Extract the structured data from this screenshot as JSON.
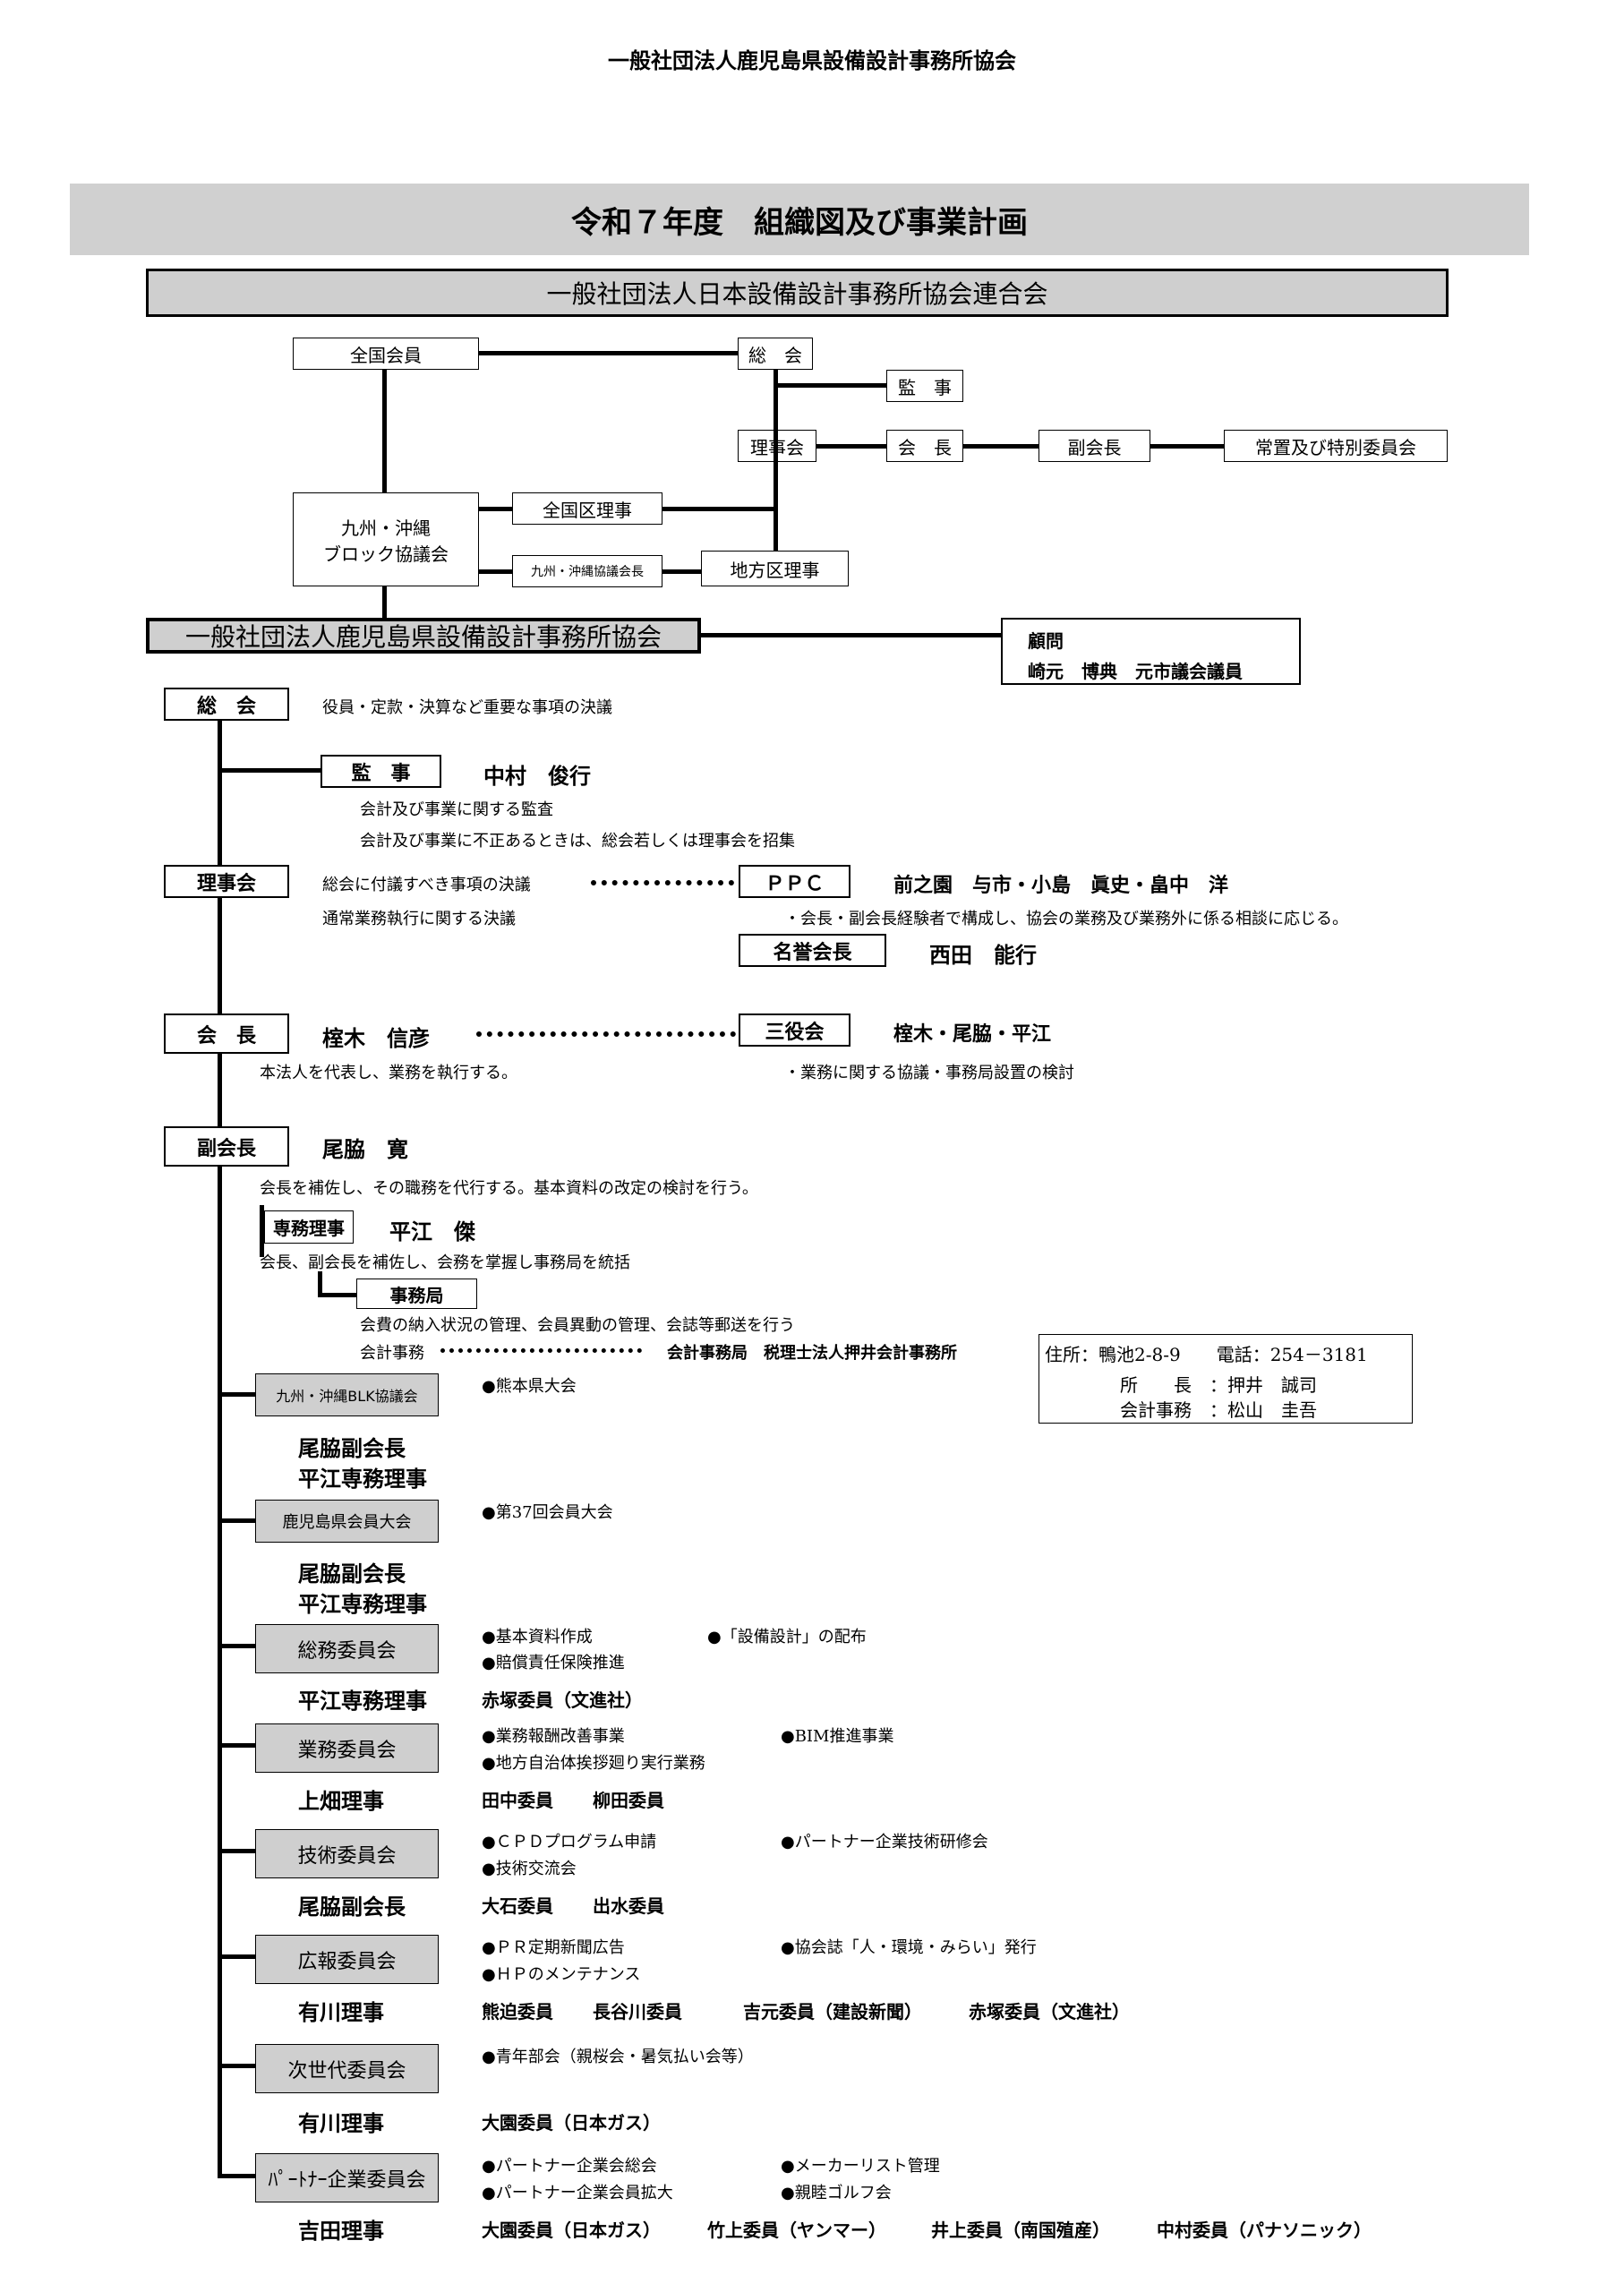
{
  "header": {
    "org": "一般社団法人鹿児島県設備設計事務所協会"
  },
  "title": "令和７年度　組織図及び事業計画",
  "national": {
    "name": "一般社団法人日本設備設計事務所協会連合会",
    "zenkoku_kaiin": "全国会員",
    "sokai": "総　会",
    "kanji": "監　事",
    "rijikai": "理事会",
    "kaicho": "会　長",
    "fukukaicho": "副会長",
    "iinkai": "常置及び特別委員会",
    "block": [
      "九州・沖縄",
      "ブロック協議会"
    ],
    "zenkoku_riji": "全国区理事",
    "kyogi_kaicho": "九州・沖縄協議会長",
    "chiho_riji": "地方区理事"
  },
  "local": {
    "name": "一般社団法人鹿児島県設備設計事務所協会",
    "komon_label": "顧問",
    "komon_name": "崎元　博典　元市議会議員"
  },
  "sokai": {
    "label": "総　会",
    "desc": "役員・定款・決算など重要な事項の決議"
  },
  "kanji": {
    "label": "監　事",
    "name": "中村　俊行",
    "desc1": "会計及び事業に関する監査",
    "desc2": "会計及び事業に不正あるときは、総会若しくは理事会を招集"
  },
  "rijikai": {
    "label": "理事会",
    "desc1": "総会に付議すべき事項の決議",
    "desc2": "通常業務執行に関する決議"
  },
  "ppc": {
    "label": "ＰＰＣ",
    "members": "前之園　与市・小島　眞史・畠中　洋",
    "desc": "・会長・副会長経験者で構成し、協会の業務及び業務外に係る相談に応じる。"
  },
  "meiyo": {
    "label": "名誉会長",
    "name": "西田　能行"
  },
  "kaicho": {
    "label": "会　長",
    "name": "榁木　信彦",
    "desc": "本法人を代表し、業務を執行する。"
  },
  "sanyaku": {
    "label": "三役会",
    "members": "榁木・尾脇・平江",
    "desc": "・業務に関する協議・事務局設置の検討"
  },
  "fukukaicho": {
    "label": "副会長",
    "name": "尾脇　寛",
    "desc": "会長を補佐し、その職務を代行する。基本資料の改定の検討を行う。"
  },
  "jimuriji": {
    "label": "専務理事",
    "name": "平江　傑",
    "desc": "会長、副会長を補佐し、会務を掌握し事務局を統括"
  },
  "jimukyoku": {
    "label": "事務局",
    "desc": "会費の納入状況の管理、会員異動の管理、会誌等郵送を行う",
    "kaikei_label": "会計事務",
    "kaikei": "会計事務局　税理士法人押井会計事務所"
  },
  "address": {
    "addr": "住所：鴨池2-8-9　　電話：254－3181",
    "shocho": "所　　長　：押井　誠司",
    "kaikei": "会計事務　：松山　圭吾"
  },
  "committees": [
    {
      "label": "九州・沖縄BLK協議会",
      "leader1": "尾脇副会長",
      "leader2": "平江専務理事",
      "items": [
        "●熊本県大会"
      ],
      "members": []
    },
    {
      "label": "鹿児島県会員大会",
      "leader1": "尾脇副会長",
      "leader2": "平江専務理事",
      "items": [
        "●第37回会員大会"
      ],
      "members": []
    },
    {
      "label": "総務委員会",
      "leader": "平江専務理事",
      "items": [
        "●基本資料作成",
        "●「設備設計」の配布",
        "●賠償責任保険推進"
      ],
      "members": [
        "赤塚委員（文進社）"
      ]
    },
    {
      "label": "業務委員会",
      "leader": "上畑理事",
      "items": [
        "●業務報酬改善事業",
        "●BIM推進事業",
        "●地方自治体挨拶廻り実行業務"
      ],
      "members": [
        "田中委員",
        "柳田委員"
      ]
    },
    {
      "label": "技術委員会",
      "leader": "尾脇副会長",
      "items": [
        "●ＣＰＤプログラム申請",
        "●パートナー企業技術研修会",
        "●技術交流会"
      ],
      "members": [
        "大石委員",
        "出水委員"
      ]
    },
    {
      "label": "広報委員会",
      "leader": "有川理事",
      "items": [
        "●ＰＲ定期新聞広告",
        "●協会誌「人・環境・みらい」発行",
        "●ＨＰのメンテナンス"
      ],
      "members": [
        "熊迫委員",
        "長谷川委員",
        "吉元委員（建設新聞）",
        "赤塚委員（文進社）"
      ]
    },
    {
      "label": "次世代委員会",
      "leader": "有川理事",
      "items": [
        "●青年部会（親桜会・暑気払い会等）"
      ],
      "members": [
        "大園委員（日本ガス）"
      ]
    },
    {
      "label": "ﾊﾟｰﾄﾅｰ企業委員会",
      "leader": "吉田理事",
      "items": [
        "●パートナー企業会総会",
        "●メーカーリスト管理",
        "●パートナー企業会員拡大",
        "●親睦ゴルフ会"
      ],
      "members": [
        "大園委員（日本ガス）",
        "竹上委員（ヤンマー）",
        "井上委員（南国殖産）",
        "中村委員（パナソニック）"
      ]
    }
  ]
}
